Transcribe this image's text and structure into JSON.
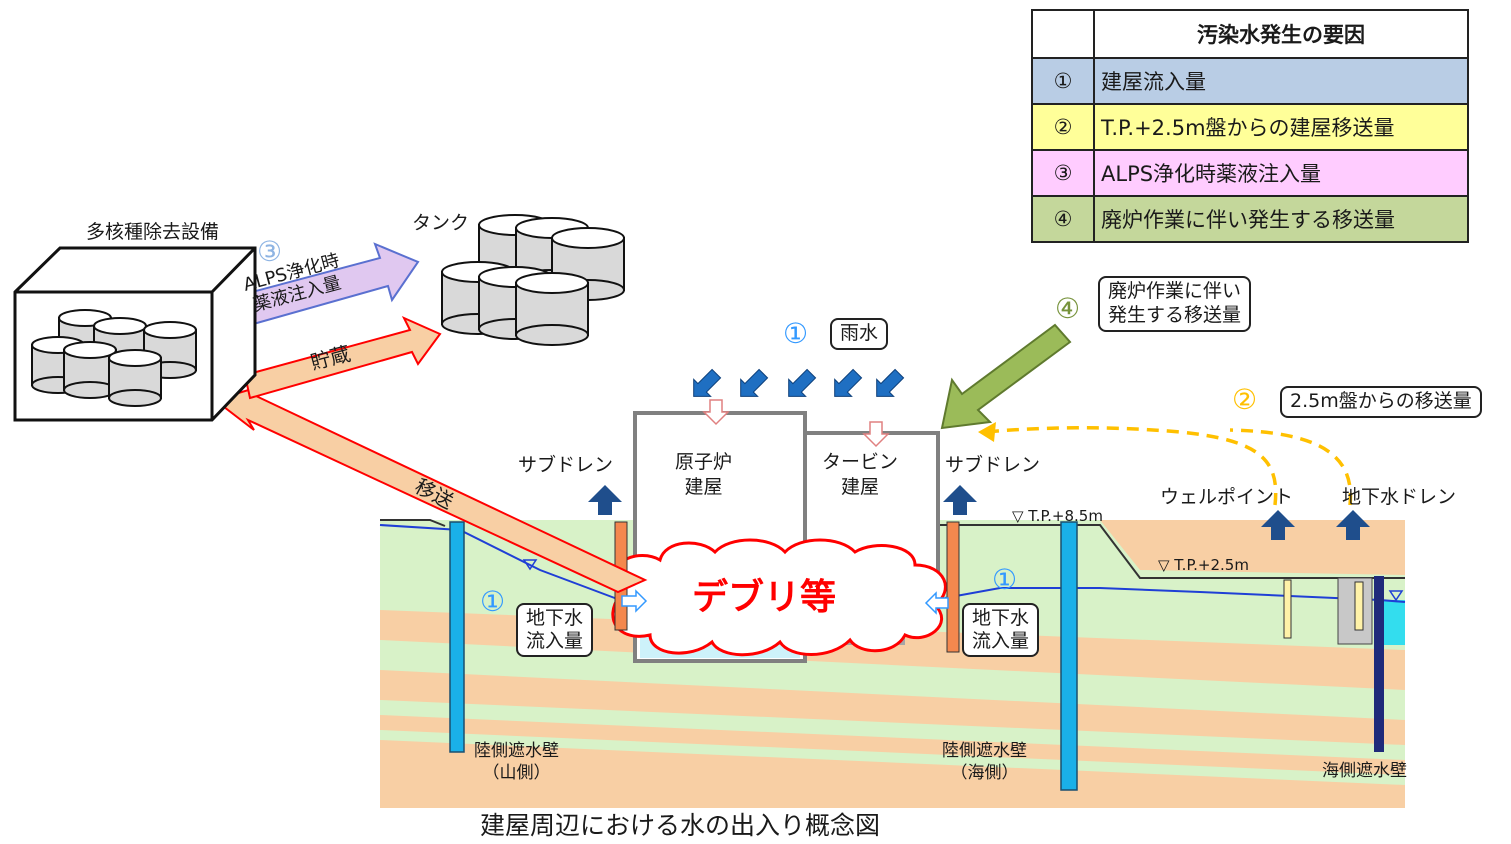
{
  "legend": {
    "title": "汚染水発生の要因",
    "rows": [
      {
        "num": "①",
        "text": "建屋流入量",
        "color": "#b9cde5"
      },
      {
        "num": "②",
        "text": "T.P.+2.5m盤からの建屋移送量",
        "color": "#ffff99"
      },
      {
        "num": "③",
        "text": "ALPS浄化時薬液注入量",
        "color": "#ffccff"
      },
      {
        "num": "④",
        "text": "廃炉作業に伴い発生する移送量",
        "color": "#c4d79b"
      }
    ]
  },
  "labels": {
    "alps_facility": "多核種除去設備",
    "tank": "タンク",
    "circled3": "③",
    "alps_injection": "ALPS浄化時\n薬液注入量",
    "storage": "貯蔵",
    "transfer": "移送",
    "circled1_rain": "①",
    "rain": "雨水",
    "circled4": "④",
    "decommission": "廃炉作業に伴い\n発生する移送量",
    "circled2": "②",
    "from_25m": "2.5m盤からの移送量",
    "subdrain_left": "サブドレン",
    "subdrain_right": "サブドレン",
    "reactor": "原子炉\n建屋",
    "turbine": "タービン\n建屋",
    "debris": "デブリ等",
    "wellpoint": "ウェルポイント",
    "gw_drain": "地下水ドレン",
    "tp85": "▽ T.P.+8.5m",
    "tp25": "▽ T.P.+2.5m",
    "circled1_left": "①",
    "circled1_right": "①",
    "gw_inflow_left": "地下水\n流入量",
    "gw_inflow_right": "地下水\n流入量",
    "wall_mountain": "陸側遮水壁\n（山側）",
    "wall_sea_side": "陸側遮水壁\n（海側）",
    "sea_wall": "海側遮水壁",
    "caption": "建屋周辺における水の出入り概念図"
  },
  "colors": {
    "rain_arrow": "#1f6fc2",
    "up_arrow": "#1f4e8c",
    "cutoff_wall": "#1ab0e8",
    "debris_text": "#ff0000",
    "circled_blue": "#3399ff",
    "circled_yellow": "#ffc000",
    "circled_olive": "#77933c",
    "circled_alps": "#8eb4e3"
  }
}
